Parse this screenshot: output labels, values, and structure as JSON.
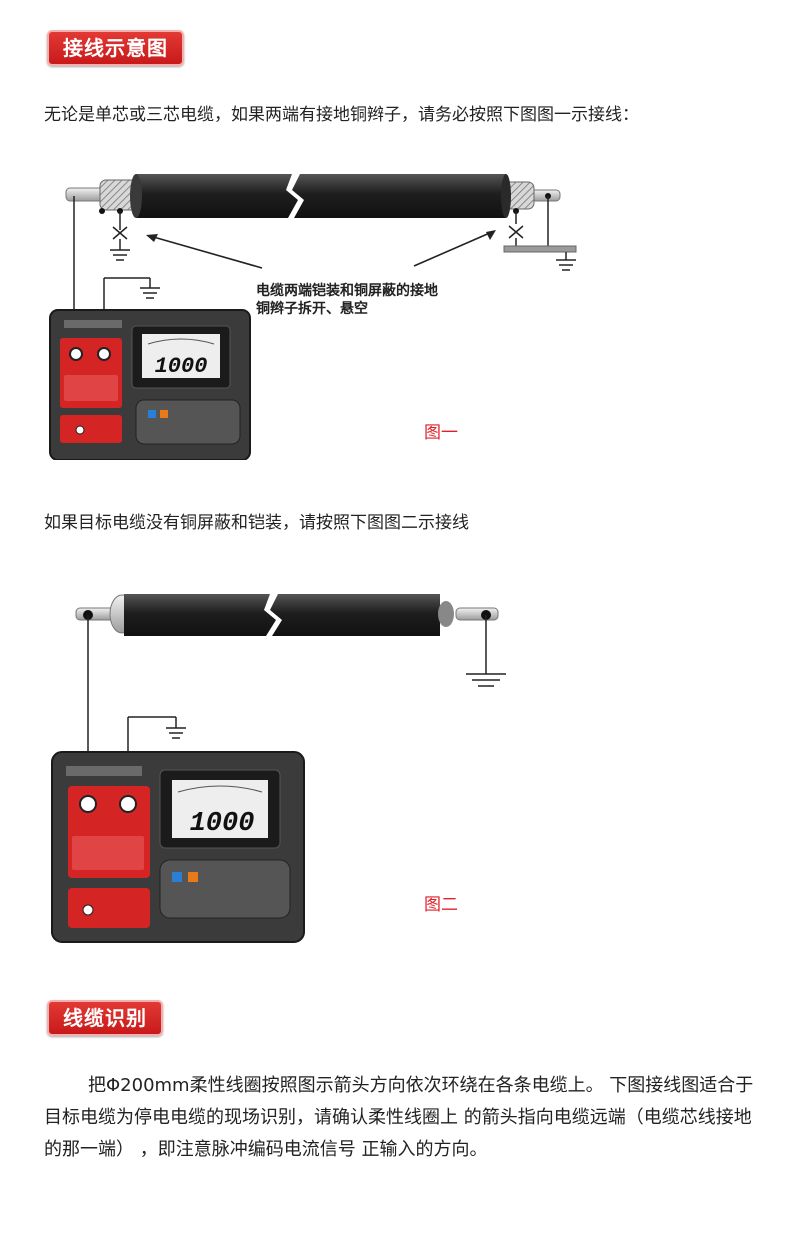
{
  "section1": {
    "title": "接线示意图",
    "intro": "无论是单芯或三芯电缆，如果两端有接地铜辫子，请务必按照下图图一示接线："
  },
  "figure1": {
    "annotation_line1": "电缆两端铠装和铜屏蔽的接地",
    "annotation_line2": "铜辫子拆开、悬空",
    "meter_reading": "1000",
    "caption": "图一"
  },
  "para2": "如果目标电缆没有铜屏蔽和铠装，请按照下图图二示接线",
  "figure2": {
    "meter_reading": "1000",
    "caption": "图二"
  },
  "section2": {
    "title": "线缆识别",
    "body": "把Φ200mm柔性线圈按照图示箭头方向依次环绕在各条电缆上。 下图接线图适合于目标电缆为停电电缆的现场识别，请确认柔性线圈上  的箭头指向电缆远端（电缆芯线接地的那一端） ，即注意脉冲编码电流信号 正输入的方向。"
  },
  "colors": {
    "accent_red": "#d42424",
    "caption_red": "#e0202a",
    "cable_black": "#2a2a2a",
    "meter_body": "#3b3b3b"
  }
}
